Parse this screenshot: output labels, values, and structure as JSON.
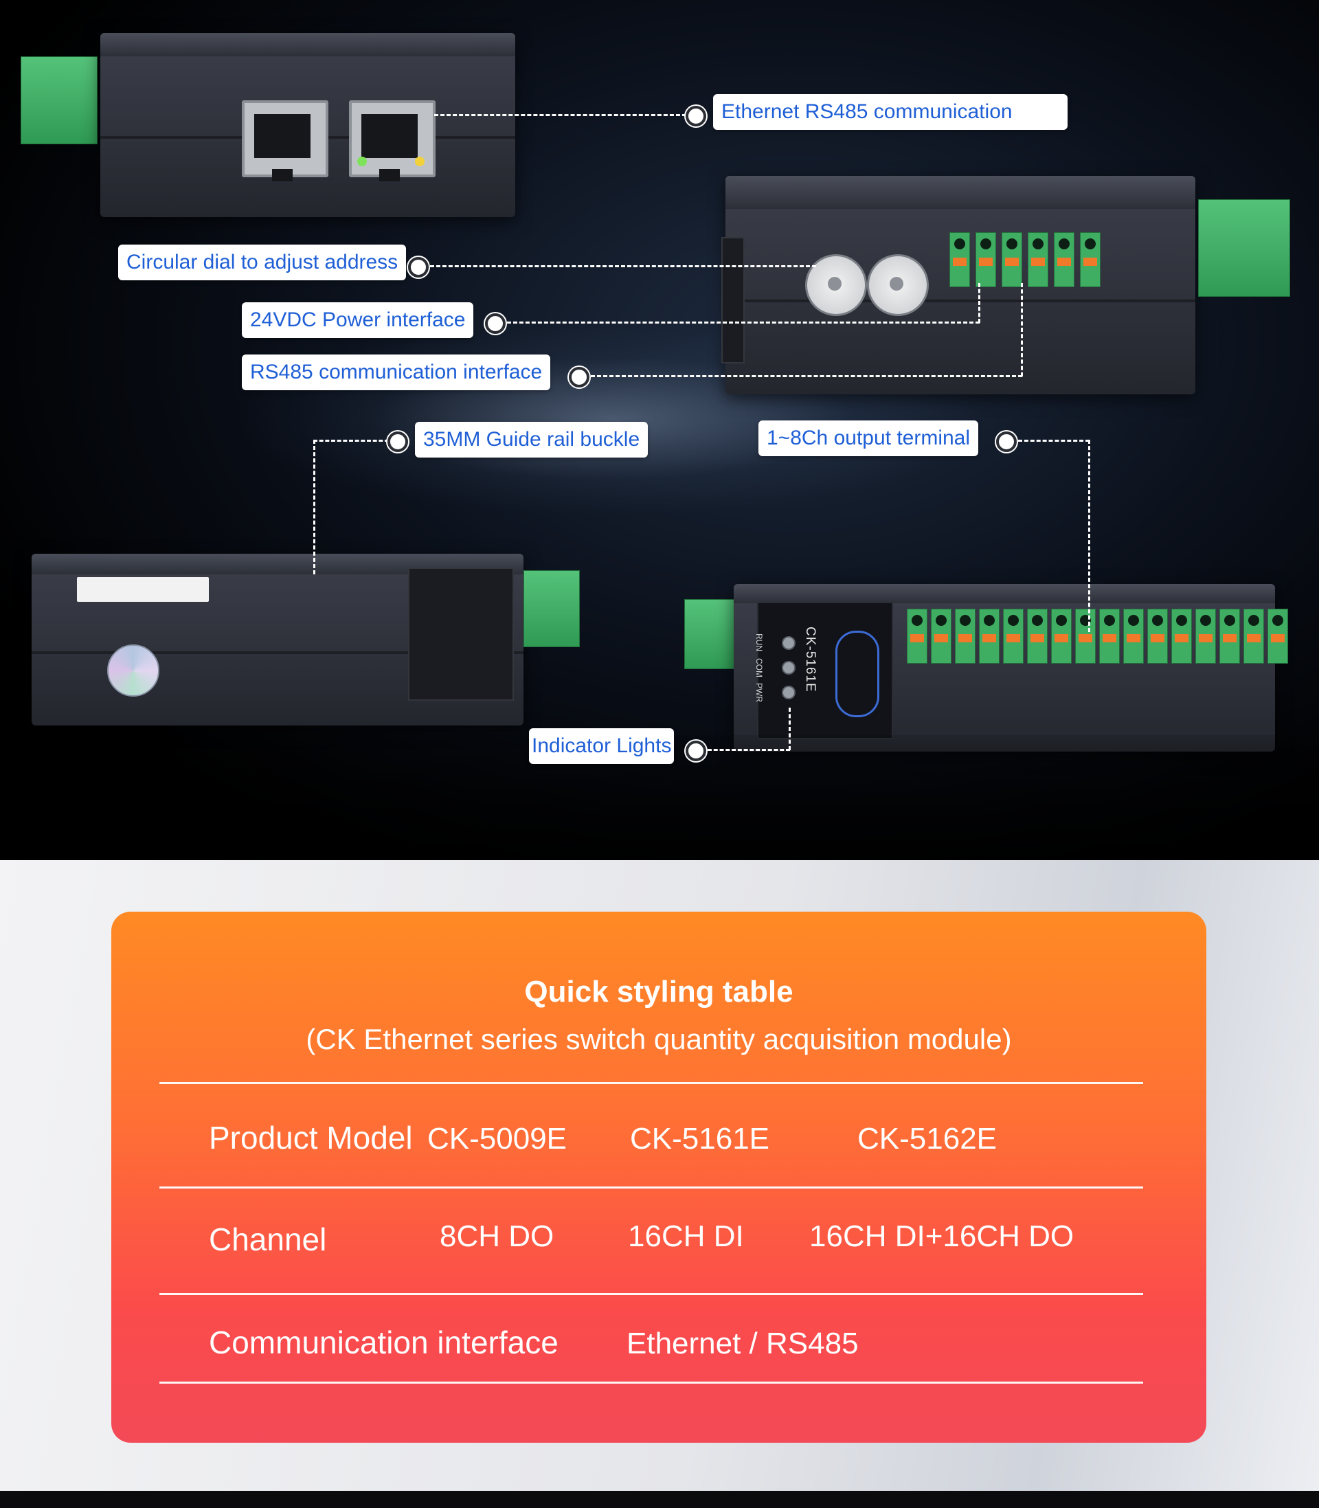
{
  "callouts": {
    "ethernet_rs485": "Ethernet RS485 communication",
    "circular_dial": "Circular dial to adjust address",
    "power_interface": "24VDC Power interface",
    "rs485_interface": "RS485 communication interface",
    "guide_rail": "35MM Guide rail buckle",
    "output_terminal": "1~8Ch output terminal",
    "indicator_lights": "Indicator Lights"
  },
  "device": {
    "model": "CK-5161E",
    "leds": [
      "RUN",
      "COM",
      "PWR"
    ]
  },
  "table": {
    "title": "Quick styling table",
    "subtitle": "(CK Ethernet series switch quantity acquisition module)",
    "rows": [
      {
        "label": "Product Model",
        "values": [
          "CK-5009E",
          "CK-5161E",
          "CK-5162E"
        ]
      },
      {
        "label": "Channel",
        "values": [
          "8CH DO",
          "16CH DI",
          "16CH DI+16CH DO"
        ]
      },
      {
        "label": "Communication interface",
        "values": [
          "Ethernet / RS485"
        ]
      }
    ]
  },
  "colors": {
    "callout_text": "#1f5fd6",
    "card_top": "#ff8a24",
    "card_bottom": "#f34a57"
  }
}
